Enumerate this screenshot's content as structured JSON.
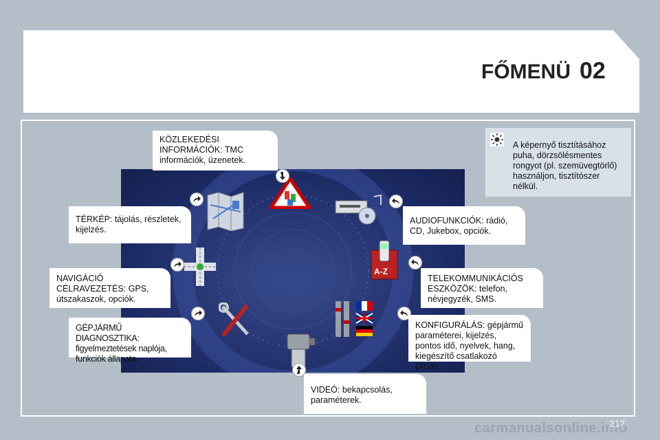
{
  "header": {
    "title": "FŐMENÜ",
    "chapter": "02"
  },
  "note": {
    "text": "A képernyő tisztításához\npuha, dörzsölésmentes\nrongyot (pl. szemüvegtörlő)\nhasználjon, tisztítószer\nnélkül.",
    "icon": "sun-icon"
  },
  "boxes": {
    "traffic": "KÖZLEKEDÉSI\nINFORMÁCIÓK: TMC\ninformációk, üzenetek.",
    "map": "TÉRKÉP: tájolás, részletek,\nkijelzés.",
    "navigation": "NAVIGÁCIÓ\nCÉLRAVEZETÉS: GPS,\nútszakaszok, opciók.",
    "diagnostics": "GÉPJÁRMŰ DIAGNOSZTIKA:\nfigyelmeztetések naplója,\nfunkciók állapota.",
    "audio": "AUDIOFUNKCIÓK: rádió,\nCD, Jukebox, opciók.",
    "telecom": "TELEKOMMUNIKÁCIÓS\nESZKÖZÖK: telefon,\nnévjegyzék, SMS.",
    "config": "KONFIGURÁLÁS: gépjármű\nparaméterei, kijelzés,\npontos idő, nyelvek, hang,\nkiegészítő csatlakozó (AUX).",
    "video": "VIDEÓ: bekapcsolás,\nparaméterek."
  },
  "screen": {
    "az_label": "A-Z"
  },
  "page_number": "217",
  "watermark": "carmanualsonline.info"
}
